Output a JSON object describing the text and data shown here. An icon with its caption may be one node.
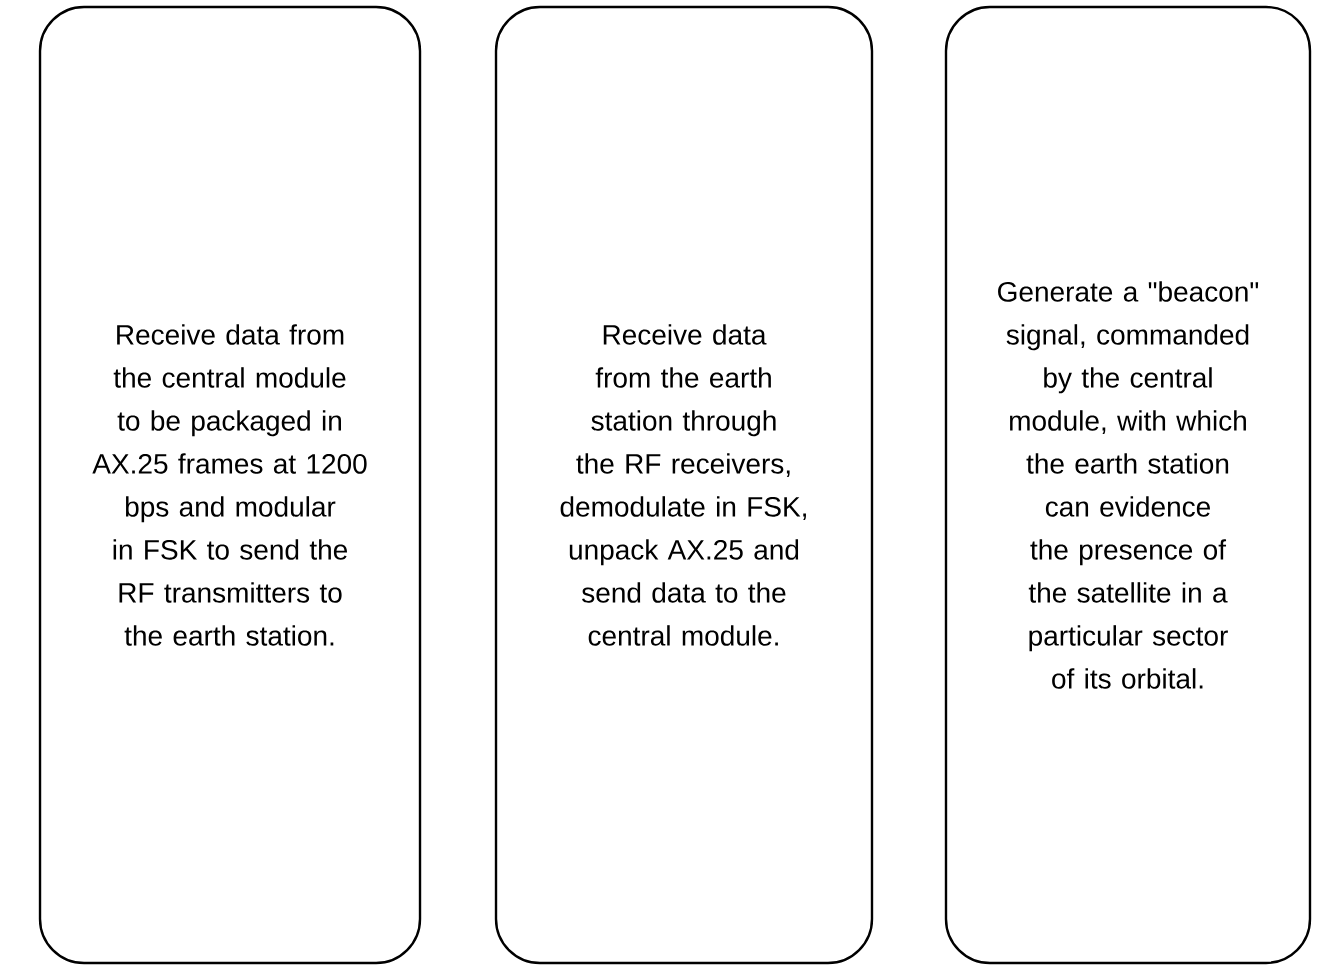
{
  "diagram": {
    "nodes": [
      {
        "text": [
          "Receive data from the central module to be packaged in AX.25 frames at 1200 bps and modular in FSK to send the RF transmitters to the earth station."
        ]
      },
      {
        "text": [
          "Receive data from the earth station through the RF receivers, demodulate in FSK, unpack AX.25 and send data to the central module."
        ]
      },
      {
        "text": [
          "Generate a \"beacon\" signal, commanded by the central module, with which the earth station can evidence the presence of the satellite in a particular sector of its orbital."
        ]
      }
    ]
  }
}
